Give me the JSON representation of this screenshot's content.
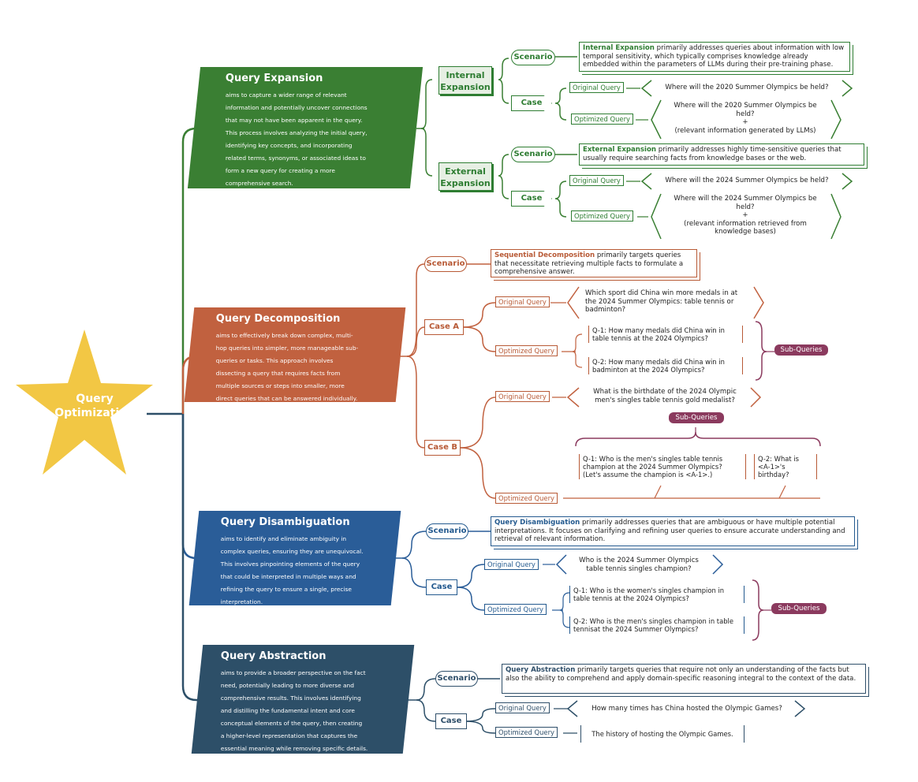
{
  "center": {
    "label_line1": "Query",
    "label_line2": "Optimization",
    "star_color": "#f2c744"
  },
  "colors": {
    "green": "#3a7f33",
    "orange": "#c1613f",
    "blue": "#2a5d98",
    "navy": "#2d4f68",
    "magenta": "#8b3a5e"
  },
  "expansion": {
    "title": "Query Expansion",
    "desc": [
      "aims to capture a wider range of relevant",
      "information and potentially uncover connections",
      "that may not have been apparent in the query.",
      "This process involves analyzing the initial query,",
      "identifying key concepts, and incorporating",
      "related terms, synonyms, or associated ideas to",
      "form a new query for creating a more",
      "comprehensive search."
    ],
    "internal": {
      "label_line1": "Internal",
      "label_line2": "Expansion",
      "scenario_label": "Scenario",
      "scenario_bold": "Internal Expansion",
      "scenario_text": " primarily addresses queries about information with low temporal sensitivity, which typically comprises knowledge already embedded within the parameters of LLMs during their pre-training phase.",
      "case_label": "Case",
      "original_label": "Original Query",
      "original_text": "Where will the 2020 Summer Olympics be held?",
      "optimized_label": "Optimized Query",
      "optimized_line1": "Where will the 2020 Summer Olympics be",
      "optimized_line2": "held?",
      "optimized_plus": "+",
      "optimized_line3": "(relevant information generated by LLMs)"
    },
    "external": {
      "label_line1": "External",
      "label_line2": "Expansion",
      "scenario_label": "Scenario",
      "scenario_bold": "External Expansion",
      "scenario_text": " primarily addresses highly time-sensitive queries that usually require searching facts from knowledge bases or the web.",
      "case_label": "Case",
      "original_label": "Original Query",
      "original_text": "Where will the 2024 Summer Olympics be held?",
      "optimized_label": "Optimized Query",
      "optimized_line1": "Where will the 2024 Summer Olympics be",
      "optimized_line2": "held?",
      "optimized_plus": "+",
      "optimized_line3": "(relevant information retrieved from",
      "optimized_line4": "knowledge bases)"
    }
  },
  "decomposition": {
    "title": "Query Decomposition",
    "desc": [
      "aims to effectively break down complex, multi-",
      "hop queries into simpler, more manageable sub-",
      "queries or tasks. This approach involves",
      "dissecting a query that requires facts from",
      "multiple sources or steps into smaller, more",
      "direct queries that can be answered individually."
    ],
    "scenario_label": "Scenario",
    "scenario_bold": "Sequential Decomposition",
    "scenario_text": " primarily targets queries that necessitate retrieving multiple facts to formulate a comprehensive answer.",
    "caseA": {
      "label": "Case A",
      "original_label": "Original Query",
      "original_text": "Which sport did China win more medals in at the 2024 Summer Olympics: table tennis or badminton?",
      "optimized_label": "Optimized Query",
      "q1": "Q-1: How many medals did China win in table tennis at the 2024 Olympics?",
      "q2": "Q-2: How many medals did China win in badminton at the 2024 Olympics?",
      "sub_label": "Sub-Queries"
    },
    "caseB": {
      "label": "Case B",
      "original_label": "Original Query",
      "original_text": "What is the birthdate of the 2024 Olympic men's singles table tennis gold medalist?",
      "sub_label": "Sub-Queries",
      "q1": "Q-1: Who is the men's singles table tennis champion at the 2024 Summer Olympics? (Let's assume the champion is <A-1>.)",
      "q2": "Q-2: What is <A-1>'s birthday?",
      "optimized_label": "Optimized Query"
    }
  },
  "disambiguation": {
    "title": "Query Disambiguation",
    "desc": [
      "aims to identify and eliminate ambiguity in",
      "complex queries, ensuring they are unequivocal.",
      "This involves pinpointing elements of the query",
      "that could be interpreted in multiple ways and",
      "refining the query to ensure a single, precise",
      "interpretation."
    ],
    "scenario_label": "Scenario",
    "scenario_bold": "Query Disambiguation",
    "scenario_text": " primarily addresses queries that are ambiguous or have multiple potential interpretations. It focuses on clarifying and refining user queries to ensure accurate understanding and retrieval of relevant information.",
    "case_label": "Case",
    "original_label": "Original Query",
    "original_text": "Who is the 2024 Summer Olympics table tennis singles champion?",
    "optimized_label": "Optimized Query",
    "q1": "Q-1: Who is the women's singles champion in table tennis at the 2024 Olympics?",
    "q2": "Q-2: Who is the men's singles champion in table tennisat the 2024 Summer Olympics?",
    "sub_label": "Sub-Queries"
  },
  "abstraction": {
    "title": "Query Abstraction",
    "desc": [
      "aims to provide a broader perspective on the fact",
      "need, potentially leading to more diverse and",
      "comprehensive results. This involves identifying",
      "and distilling the fundamental intent and core",
      "conceptual elements of the query, then creating",
      "a higher-level representation that captures the",
      "essential meaning while removing specific details."
    ],
    "scenario_label": "Scenario",
    "scenario_bold": "Query Abstraction",
    "scenario_text": " primarily targets queries that require not only an understanding of the facts but also the ability to comprehend and apply domain-specific reasoning integral to the context of the data.",
    "case_label": "Case",
    "original_label": "Original Query",
    "original_text": "How many times has China hosted the Olympic Games?",
    "optimized_label": "Optimized Query",
    "optimized_text": "The history of hosting the Olympic Games."
  }
}
